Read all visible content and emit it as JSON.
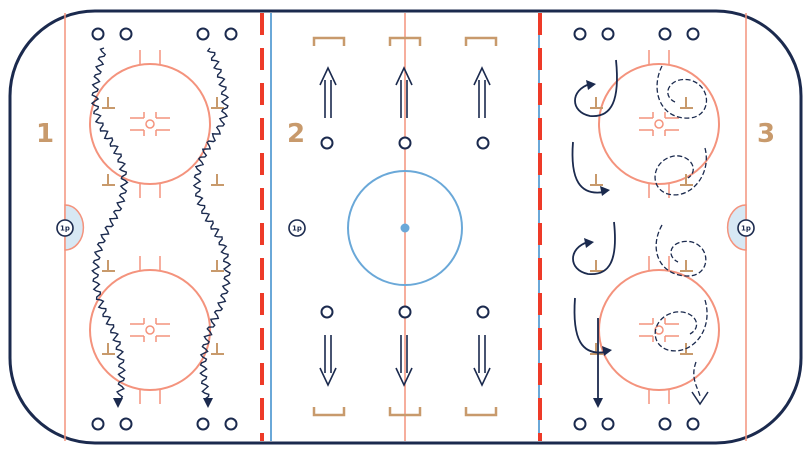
{
  "zones": [
    {
      "id": "zone-1",
      "label": "1"
    },
    {
      "id": "zone-2",
      "label": "2"
    },
    {
      "id": "zone-3",
      "label": "3"
    }
  ],
  "tp_markers": [
    {
      "id": "tp-left-goal",
      "label": "1p"
    },
    {
      "id": "tp-neutral",
      "label": "1p"
    },
    {
      "id": "tp-right-goal",
      "label": "1p"
    }
  ],
  "colors": {
    "boards": "#1b2a4e",
    "red_line": "#ee3a28",
    "blue_line": "#6aa8d8",
    "circle": "#f4937d",
    "tan_marker": "#c89a6c",
    "path": "#1b2a4e"
  }
}
